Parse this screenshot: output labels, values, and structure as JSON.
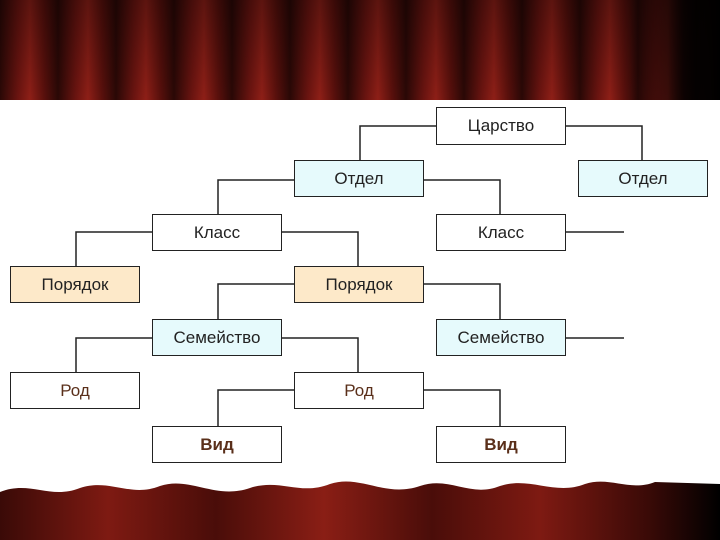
{
  "colors": {
    "connector": "#222222",
    "cyan_fill": "#e6fafc",
    "peach_fill": "#fde9c9",
    "curtain": "#8e1f17"
  },
  "nodes": {
    "kingdom": "Царство",
    "division_1": "Отдел",
    "division_2": "Отдел",
    "class_1": "Класс",
    "class_2": "Класс",
    "order_1": "Порядок",
    "order_2": "Порядок",
    "family_1": "Семейство",
    "family_2": "Семейство",
    "genus_1": "Род",
    "genus_2": "Род",
    "species_1": "Вид",
    "species_2": "Вид"
  }
}
